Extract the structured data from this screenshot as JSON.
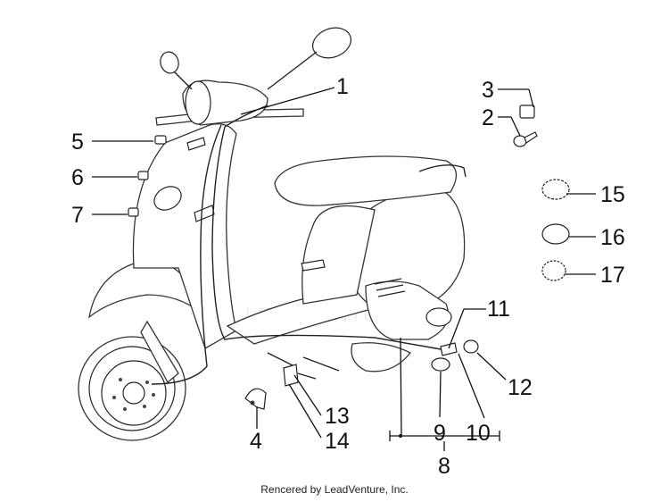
{
  "callouts": [
    {
      "id": "1",
      "text": "1"
    },
    {
      "id": "2",
      "text": "2"
    },
    {
      "id": "3",
      "text": "3"
    },
    {
      "id": "4",
      "text": "4"
    },
    {
      "id": "5",
      "text": "5"
    },
    {
      "id": "6",
      "text": "6"
    },
    {
      "id": "7",
      "text": "7"
    },
    {
      "id": "8",
      "text": "8"
    },
    {
      "id": "9",
      "text": "9"
    },
    {
      "id": "10",
      "text": "10"
    },
    {
      "id": "11",
      "text": "11"
    },
    {
      "id": "12",
      "text": "12"
    },
    {
      "id": "13",
      "text": "13"
    },
    {
      "id": "14",
      "text": "14"
    },
    {
      "id": "15",
      "text": "15"
    },
    {
      "id": "16",
      "text": "16"
    },
    {
      "id": "17",
      "text": "17"
    }
  ],
  "watermark": "LEADVENTURE",
  "footer": "Rencered by LeadVenture, Inc."
}
